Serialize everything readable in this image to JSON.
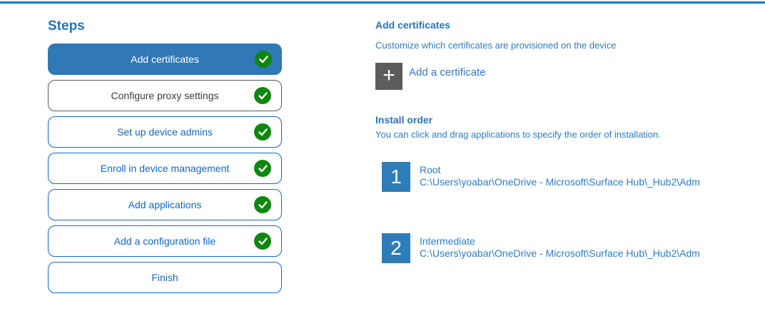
{
  "colors": {
    "top_bar": "#0078d7",
    "accent_border": "#1467c8",
    "accent_text": "#1366c4",
    "selected_fill": "#3078b6",
    "heading_blue": "#2973b9",
    "body_blue": "#2e7cc1",
    "check_green": "#0e870e",
    "plus_square_gray": "#5c5c5c",
    "muted_border": "#5a5a5a",
    "order_square_blue": "#2f7db8"
  },
  "steps_panel": {
    "title": "Steps",
    "steps": [
      {
        "label": "Add certificates",
        "selected": true,
        "completed": true
      },
      {
        "label": "Configure proxy settings",
        "selected": false,
        "completed": true
      },
      {
        "label": "Set up device admins",
        "selected": false,
        "completed": true
      },
      {
        "label": "Enroll in device management",
        "selected": false,
        "completed": true
      },
      {
        "label": "Add applications",
        "selected": false,
        "completed": true
      },
      {
        "label": "Add a configuration file",
        "selected": false,
        "completed": true
      },
      {
        "label": "Finish",
        "selected": false,
        "completed": false
      }
    ]
  },
  "main": {
    "section_title": "Add certificates",
    "section_subtitle": "Customize which certificates are provisioned on the device",
    "add_certificate": {
      "icon": "plus-icon",
      "plus_glyph": "+",
      "label": "Add a certificate"
    },
    "install_order": {
      "title": "Install order",
      "subtitle": "You can click and drag applications to specify the order of installation.",
      "items": [
        {
          "number": "1",
          "name": "Root",
          "path": "C:\\Users\\yoabar\\OneDrive - Microsoft\\Surface Hub\\_Hub2\\Adm"
        },
        {
          "number": "2",
          "name": "Intermediate",
          "path": "C:\\Users\\yoabar\\OneDrive - Microsoft\\Surface Hub\\_Hub2\\Adm"
        }
      ]
    }
  }
}
